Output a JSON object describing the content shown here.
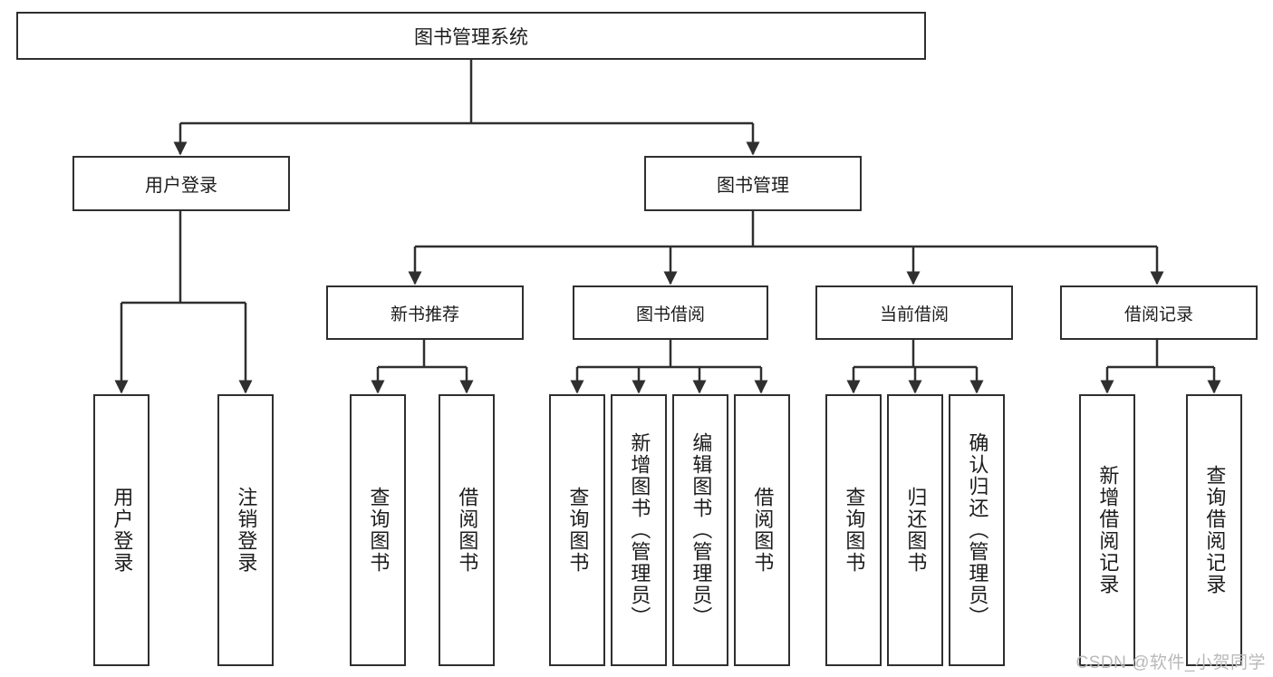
{
  "diagram": {
    "title": "图书管理系统",
    "type": "functional-structure-tree",
    "stroke_color": "#2f2f2f",
    "background_color": "#ffffff",
    "text_color": "#1c1c1c",
    "watermark": "CSDN @软件_小贺同学"
  },
  "nodes": {
    "root": {
      "label": "图书管理系统"
    },
    "level1": [
      {
        "id": "user-login",
        "label": "用户登录"
      },
      {
        "id": "book-manage",
        "label": "图书管理"
      }
    ],
    "level2": [
      {
        "id": "new-book-recommend",
        "label": "新书推荐"
      },
      {
        "id": "book-borrow",
        "label": "图书借阅"
      },
      {
        "id": "current-borrow",
        "label": "当前借阅"
      },
      {
        "id": "borrow-record",
        "label": "借阅记录"
      }
    ],
    "leaves": [
      {
        "id": "leaf-user-login",
        "label": "用户登录",
        "parent": "用户登录"
      },
      {
        "id": "leaf-logout",
        "label": "注销登录",
        "parent": "用户登录"
      },
      {
        "id": "leaf-query-book-1",
        "label": "查询图书",
        "parent": "新书推荐"
      },
      {
        "id": "leaf-borrow-book-1",
        "label": "借阅图书",
        "parent": "新书推荐"
      },
      {
        "id": "leaf-query-book-2",
        "label": "查询图书",
        "parent": "图书借阅"
      },
      {
        "id": "leaf-add-book",
        "label": "新增图书（管理员）",
        "parent": "图书借阅"
      },
      {
        "id": "leaf-edit-book",
        "label": "编辑图书（管理员）",
        "parent": "图书借阅"
      },
      {
        "id": "leaf-borrow-book-2",
        "label": "借阅图书",
        "parent": "图书借阅"
      },
      {
        "id": "leaf-query-book-3",
        "label": "查询图书",
        "parent": "当前借阅"
      },
      {
        "id": "leaf-return-book",
        "label": "归还图书",
        "parent": "当前借阅"
      },
      {
        "id": "leaf-confirm-return",
        "label": "确认归还（管理员）",
        "parent": "当前借阅"
      },
      {
        "id": "leaf-add-record",
        "label": "新增借阅记录",
        "parent": "借阅记录"
      },
      {
        "id": "leaf-query-record",
        "label": "查询借阅记录",
        "parent": "借阅记录"
      }
    ]
  }
}
